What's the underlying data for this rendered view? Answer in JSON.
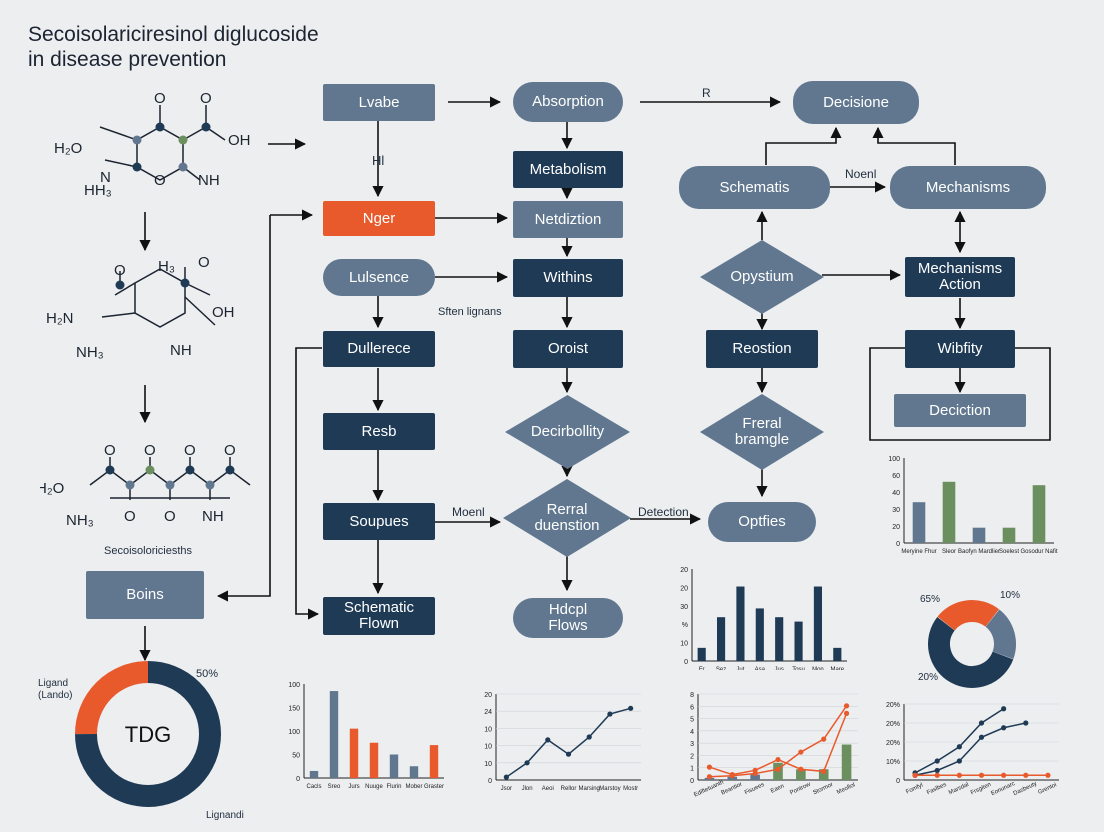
{
  "title": {
    "line1": "Secoisolariciresinol diglucoside",
    "line2": "in disease prevention"
  },
  "colors": {
    "dark": "#1f3a55",
    "slate": "#60778f",
    "orange": "#e85a2c",
    "green": "#6b8f5e",
    "line": "#111111"
  },
  "molecules": {
    "m1": {
      "a1": "H₂O",
      "a2": "N",
      "a3": "HH₃",
      "a4": "O",
      "a5": "O",
      "a6": "OH",
      "a7": "O",
      "a8": "NH"
    },
    "m2": {
      "a1": "H₂N",
      "a2": "NH₃",
      "a3": "O",
      "a4": "H₃",
      "a5": "O",
      "a6": "OH",
      "a7": "NH"
    },
    "m3": {
      "a1": "H₂O",
      "a2": "NH₃",
      "a3": "O",
      "a4": "O",
      "a5": "O",
      "a6": "O",
      "a7": "O",
      "a8": "O",
      "a9": "NH"
    },
    "caption": "Secoisoloriciesths"
  },
  "nodes": {
    "lvabe": "Lvabe",
    "absorption": "Absorption",
    "decisione": "Decisione",
    "metabolism": "Metabolism",
    "nger": "Nger",
    "netdiztion": "Netdiztion",
    "lulsence": "Lulsence",
    "withins": "Withins",
    "dullerece": "Dullerece",
    "oroist": "Oroist",
    "resb": "Resb",
    "decirbollity": "Decirbollity",
    "soupues": "Soupues",
    "rerral": "Rerral duenstion",
    "schematic_flown": "Schematic Flown",
    "hdcpl": "Hdcpl Flows",
    "boins": "Boins",
    "schematis": "Schematis",
    "mechanisms": "Mechanisms",
    "opystium": "Opystium",
    "mechanisms_action": "Mechanisms Action",
    "reostion": "Reostion",
    "wibfity": "Wibfity",
    "freral": "Freral bramgle",
    "deciction": "Deciction",
    "optfies": "Optfies"
  },
  "edge_labels": {
    "r": "R",
    "hl": "Hl",
    "noenl": "Noenl",
    "sften": "Sften lignans",
    "moenl": "Moenl",
    "detection": "Detection"
  },
  "donut_main": {
    "center": "TDG",
    "pct": "50%",
    "left_label": "Ligand (Lando)",
    "bottom_label": "Lignandi",
    "orange_fraction": 0.25
  },
  "donut_right": {
    "pct_a": "65%",
    "pct_b": "10%",
    "pct_c": "20%",
    "segments": [
      0.25,
      0.2,
      0.55
    ]
  },
  "chart_data": [
    {
      "type": "bar",
      "categories": [
        "Cacls",
        "Sreo",
        "Jurs",
        "Nuuge",
        "Flurin",
        "Mober",
        "Graster"
      ],
      "values": [
        15,
        185,
        105,
        75,
        50,
        25,
        70
      ],
      "colors": [
        "slate",
        "slate",
        "orange",
        "orange",
        "slate",
        "slate",
        "orange"
      ],
      "yticks": [
        "0",
        "50",
        "100",
        "150",
        "100"
      ],
      "ylim": [
        0,
        200
      ]
    },
    {
      "type": "line",
      "categories": [
        "Jsor",
        "Jlon",
        "Aeoi",
        "Rellor",
        "Marsing",
        "Marstoy",
        "Mostr"
      ],
      "values": [
        1,
        6,
        14,
        9,
        15,
        23,
        25
      ],
      "yticks": [
        "0",
        "10",
        "10",
        "10",
        "24",
        "20"
      ],
      "ylim": [
        0,
        30
      ]
    },
    {
      "type": "bar",
      "categories": [
        "Fr",
        "Sez",
        "Jut",
        "Asa",
        "Jus",
        "Tosu",
        "Mon",
        "Mare"
      ],
      "values": [
        3,
        10,
        17,
        12,
        10,
        9,
        17,
        3
      ],
      "yticks": [
        "0",
        "10",
        "%",
        "30",
        "20",
        "20"
      ],
      "ylim": [
        0,
        21
      ]
    },
    {
      "type": "bar",
      "categories": [
        "Meryine Fhur",
        "Sleor",
        "Baofyn Mardlier",
        "Soelest",
        "Gosodur Nafit"
      ],
      "values": [
        48,
        72,
        18,
        18,
        68
      ],
      "colors": [
        "slate",
        "green",
        "slate",
        "green",
        "green"
      ],
      "yticks": [
        "0",
        "20",
        "30",
        "40",
        "60",
        "100"
      ],
      "ylim": [
        0,
        100
      ]
    },
    {
      "type": "line",
      "categories": [
        "Ediftetuanth",
        "Beantior",
        "Fisuees",
        "Eaen",
        "Pontrow",
        "Stormor",
        "Meofiol"
      ],
      "series": [
        {
          "values": [
            0.3,
            0.4,
            0.6,
            1.0,
            2.6,
            3.8,
            6.9
          ]
        },
        {
          "values": [
            1.2,
            0.5,
            0.9,
            1.9,
            1.0,
            0.8,
            6.2
          ]
        }
      ],
      "bar_colors": [
        "slate",
        "slate",
        "slate",
        "green",
        "green",
        "green",
        "green"
      ],
      "yticks": [
        "0",
        "1",
        "2",
        "3",
        "4",
        "5",
        "6",
        "8"
      ],
      "ylim": [
        0,
        8
      ]
    },
    {
      "type": "line",
      "categories": [
        "Fomfyl",
        "Faslbes",
        "Marsdal",
        "Frsgiten",
        "Eonunarc",
        "Dasbeuty",
        "Grentoi"
      ],
      "series": [
        {
          "values": [
            3,
            8,
            14,
            24,
            30
          ]
        },
        {
          "values": [
            2,
            4,
            8,
            18,
            22,
            24
          ]
        },
        {
          "values": [
            2,
            2,
            2,
            2,
            2,
            2,
            2
          ]
        }
      ],
      "yticks": [
        "0",
        "10%",
        "20%",
        "20%",
        "20%"
      ],
      "ylim": [
        0,
        32
      ]
    }
  ]
}
